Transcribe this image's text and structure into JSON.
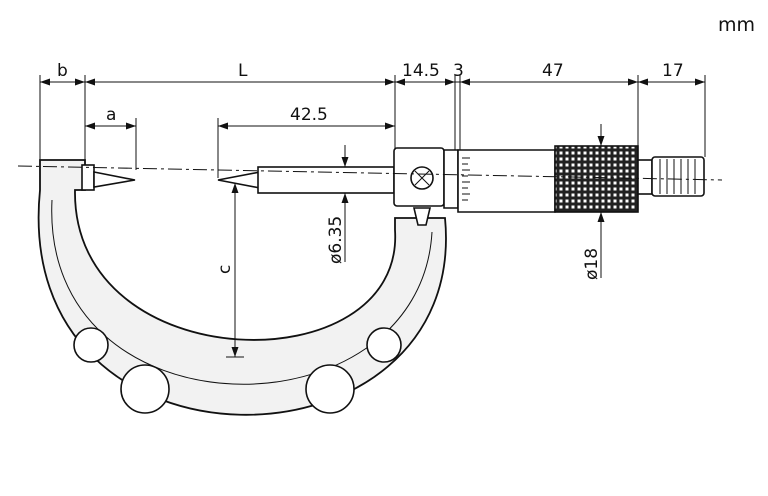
{
  "unit": "mm",
  "dimensions": {
    "b": "b",
    "L": "L",
    "d14_5": "14.5",
    "d3": "3",
    "d47": "47",
    "d17": "17",
    "a": "a",
    "d42_5": "42.5",
    "c": "c",
    "dia6_35": "ø6.35",
    "dia18": "ø18"
  }
}
